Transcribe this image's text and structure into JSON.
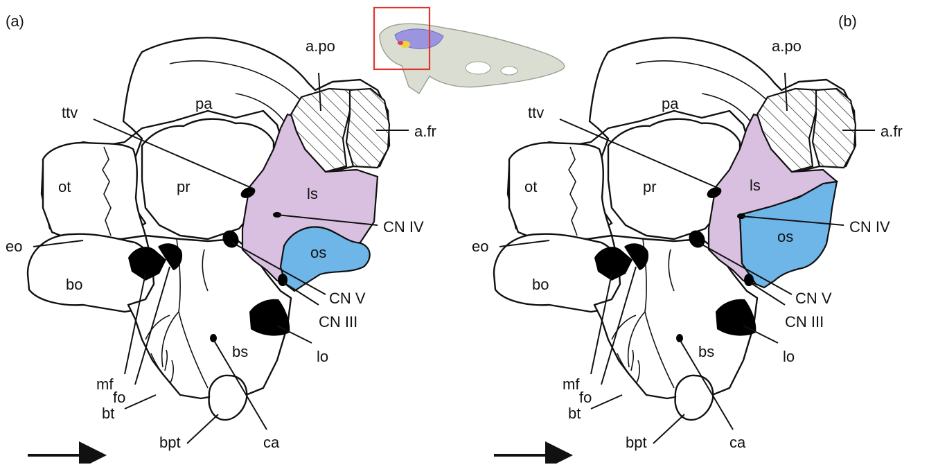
{
  "panels": [
    {
      "id": "a",
      "panel_label": "(a)",
      "labels": {
        "a_po": "a.po",
        "a_fr": "a.fr",
        "pa": "pa",
        "ttv": "ttv",
        "ot": "ot",
        "pr": "pr",
        "ls": "ls",
        "cn_iv": "CN IV",
        "eo": "eo",
        "os": "os",
        "bo": "bo",
        "cn_v": "CN V",
        "cn_iii": "CN III",
        "bs": "bs",
        "lo": "lo",
        "mf": "mf",
        "fo": "fo",
        "bt": "bt",
        "bpt": "bpt",
        "ca": "ca"
      }
    },
    {
      "id": "b",
      "panel_label": "(b)",
      "labels": {
        "a_po": "a.po",
        "a_fr": "a.fr",
        "pa": "pa",
        "ttv": "ttv",
        "ot": "ot",
        "pr": "pr",
        "ls": "ls",
        "cn_iv": "CN IV",
        "eo": "eo",
        "os": "os",
        "bo": "bo",
        "cn_v": "CN V",
        "cn_iii": "CN III",
        "bs": "bs",
        "lo": "lo",
        "mf": "mf",
        "fo": "fo",
        "bt": "bt",
        "bpt": "bpt",
        "ca": "ca"
      }
    }
  ],
  "colors": {
    "laterosphenoid": "#d9c0e0",
    "orbitosphenoid": "#6fb6e8",
    "inset_box": "#e0342a",
    "skull_inset": "#d9ddd2"
  }
}
